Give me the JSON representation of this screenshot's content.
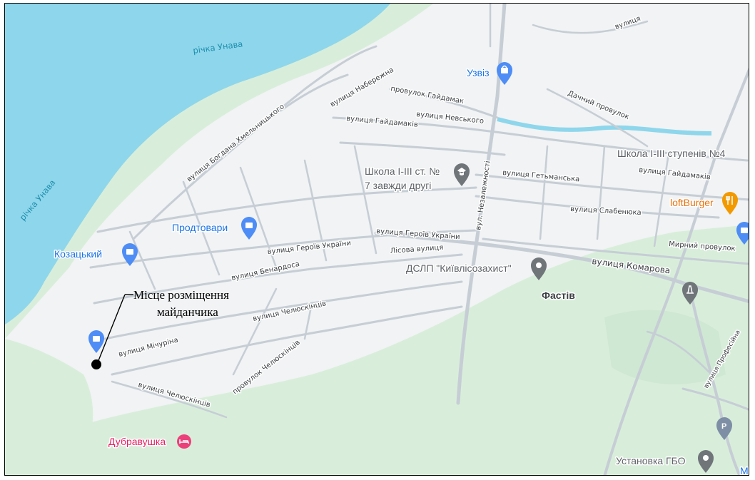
{
  "water_labels": {
    "river_top": "річка Унава",
    "river_left": "річка Унава"
  },
  "streets": {
    "bohdana": "вулиця Богдана Хмельницького",
    "naberezhna": "вулиця Набережна",
    "haidamak_lane": "провулок Гайдамак",
    "haidamakiv_w": "вулиця Гайдамаків",
    "nevskoho": "вулиця Невського",
    "nezalezhnosti": "вул. Незалежності",
    "dachnyi": "Дачний провулок",
    "hetmanska": "вулиця Гетьманська",
    "haidamakiv_e": "вулиця Гайдамаків",
    "slabenko": "вулиця Слабенюка",
    "heroiv_1": "вулиця Героїв України",
    "heroiv_2": "вулиця Героїв України",
    "lisova": "Лісова вулиця",
    "benardosa": "вулиця Бенардоса",
    "komarova": "вулиця Комарова",
    "myrnyi": "Мирний провулок",
    "cheliuskintsiv": "вулиця Челюскінців",
    "michurina": "вулиця Мічуріна",
    "cheliuskintsiv_lane": "провулок Челюскінців",
    "cheliuskintsiv_s": "вулиця Челюскінців",
    "top_a": "вулиця",
    "profesiina": "вулиця Професійна"
  },
  "pois": {
    "uzviz": "Узвіз",
    "school7_line1": "Школа І-ІІІ ст. №",
    "school7_line2": "7 завжди другі",
    "school4": "Школа І-ІІІ ступенів №4",
    "loftburger": "loftBurger",
    "produkty": "Продтовари",
    "kozatskyi": "Козацький",
    "dslp": "ДСЛП \"Київлісозахист\"",
    "fastiv": "Фастів",
    "dubravushka": "Дубравушка",
    "hbo": "Установка ГБО",
    "ma": "Ма"
  },
  "annotation": {
    "line1": "Місце розміщення",
    "line2": "майданчика"
  },
  "icons": {
    "shop": "shopping-bag-icon",
    "school": "graduation-cap-icon",
    "food": "fork-knife-icon",
    "place": "map-pin-icon",
    "parking": "parking-icon",
    "hotel": "bed-icon",
    "monument": "monument-icon"
  },
  "colors": {
    "water": "#8ed6eb",
    "green": "#d6eed9",
    "land": "#f1f3f4",
    "road": "#c6cdd5",
    "poi_blue": "#4e8df5",
    "poi_gray": "#70757a",
    "poi_orange": "#f29900",
    "poi_pink": "#ec407a"
  }
}
